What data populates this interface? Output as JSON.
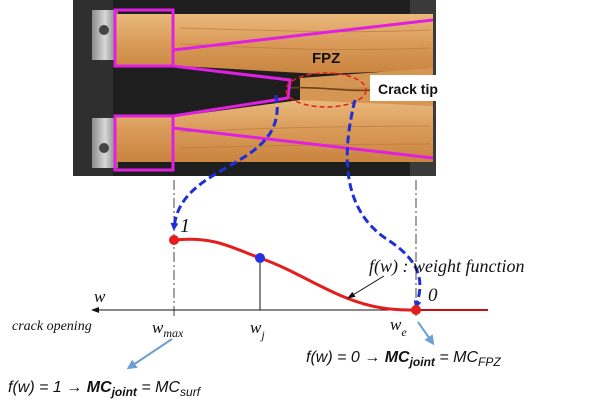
{
  "photo": {
    "fpz_label": "FPZ",
    "crack_tip_label": "Crack tip"
  },
  "curve": {
    "value_one": "1",
    "value_zero": "0",
    "weight_function_label": "f(w) : weight function"
  },
  "axis": {
    "w_label": "w",
    "crack_opening_label": "crack opening",
    "w_max": {
      "base": "w",
      "sub": "max"
    },
    "w_j": {
      "base": "w",
      "sub": "j"
    },
    "w_e": {
      "base": "w",
      "sub": "e"
    }
  },
  "equations": {
    "right": {
      "lhs": "f(w) = 0",
      "arrow": "→",
      "mc": "MC",
      "mc_sub": "joint",
      "eq": " = MC",
      "rhs_sub": "FPZ"
    },
    "left": {
      "lhs": "f(w) = 1",
      "arrow": "→",
      "mc": "MC",
      "mc_sub": "joint",
      "eq": " = MC",
      "rhs_sub": "surf"
    }
  },
  "colors": {
    "curve": "#e41e1e",
    "dashed_arrow": "#1f2fd8",
    "outline": "#e020e0",
    "fpz_ellipse": "#e41e1e",
    "blue_point": "#2233dd",
    "callout_arrow": "#6e9fd2"
  }
}
